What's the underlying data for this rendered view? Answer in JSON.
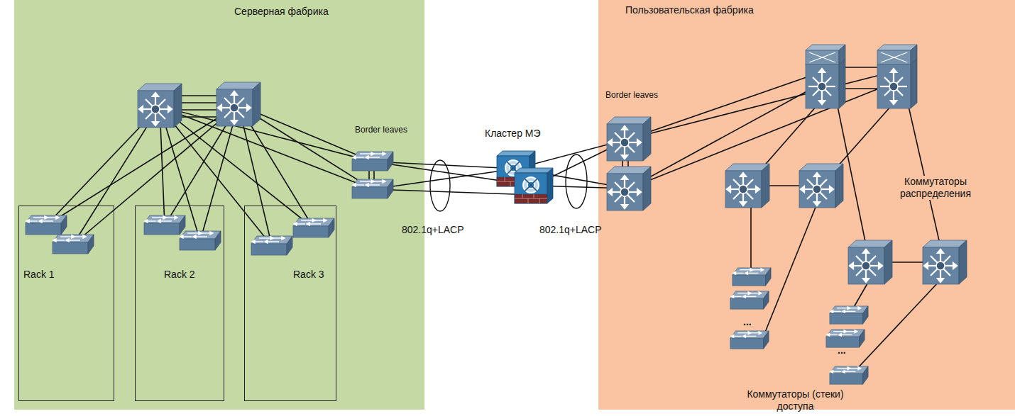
{
  "diagram": {
    "nodes": [
      {
        "text": [
          "Серверная фабрика"
        ]
      },
      {
        "text": [
          "Rack 1"
        ],
        "in": 0
      },
      {
        "text": [
          "Rack 2"
        ],
        "in": 0
      },
      {
        "text": [
          "Rack 3"
        ],
        "in": 0
      },
      {
        "text": [
          "Пользовательская фабрика"
        ]
      }
    ],
    "labels": [
      "Border leaves",
      "Кластер МЭ",
      "Border leaves",
      "802.1q+LACP",
      "802.1q+LACP",
      "Коммутаторы распределения",
      "...",
      "...",
      "Коммутаторы (стеки) доступа"
    ]
  }
}
